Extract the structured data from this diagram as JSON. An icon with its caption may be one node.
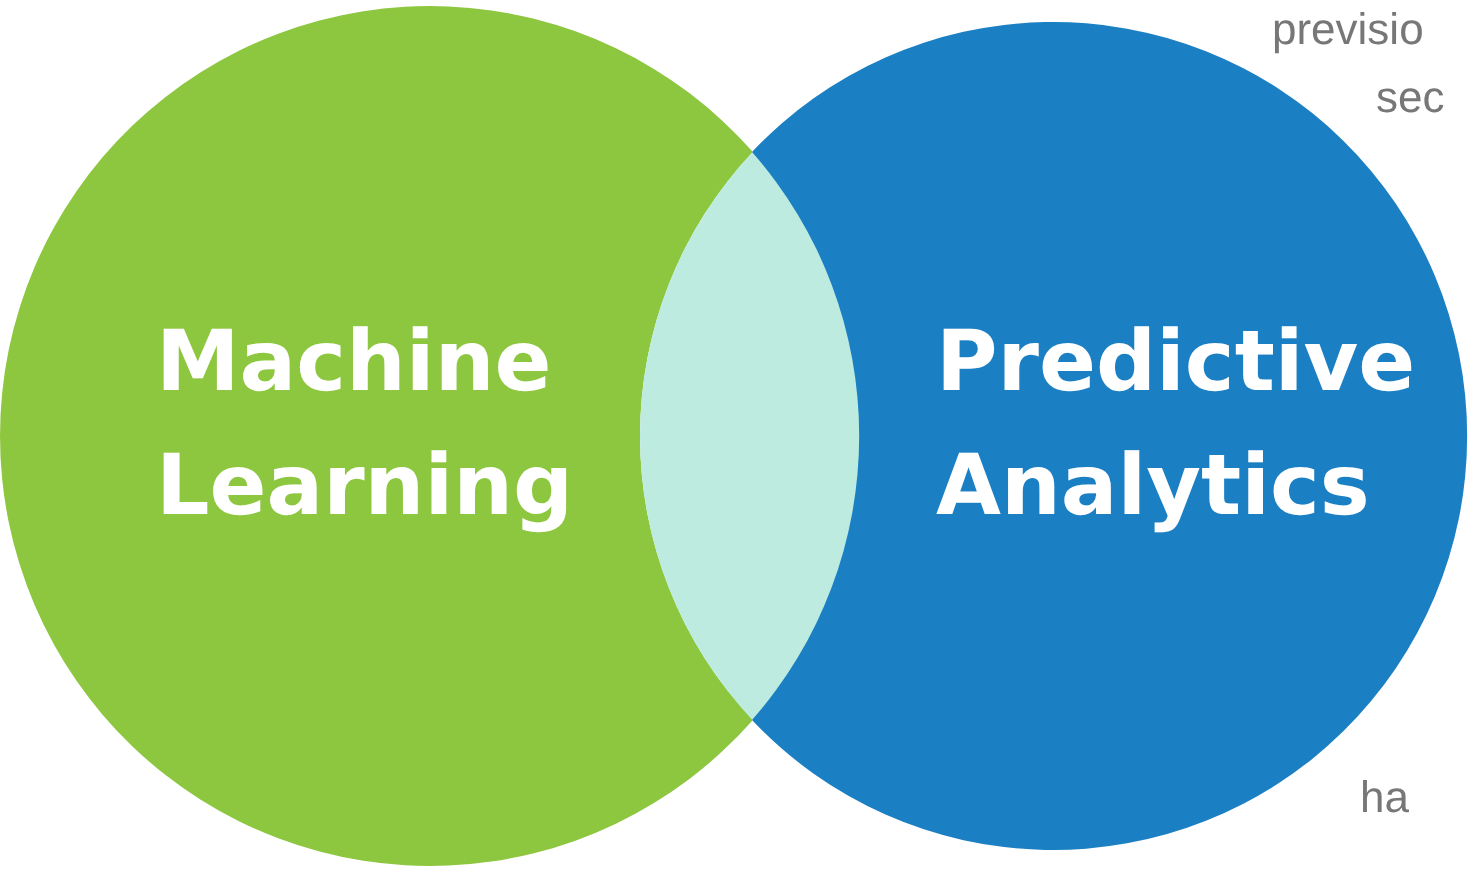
{
  "diagram": {
    "nodes": [
      {
        "text": [
          "Machine Learning"
        ]
      },
      {
        "text": [],
        "shape": "lens"
      },
      {
        "text": [
          "Predictive Analytics"
        ]
      }
    ],
    "labels": [
      "previsio",
      "sec",
      "ha"
    ]
  }
}
